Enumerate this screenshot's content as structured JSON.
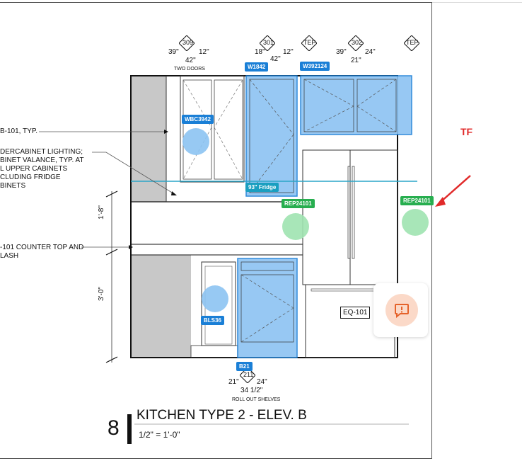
{
  "sheet": {
    "title": "KITCHEN TYPE 2 - ELEV. B",
    "number": "8",
    "scale": "1/2\" = 1'-0\""
  },
  "notes": [
    {
      "id": "n1",
      "text": "B-101, TYP."
    },
    {
      "id": "n2",
      "text": "DERCABINET LIGHTING;\nBINET VALANCE, TYP. AT\nL UPPER CABINETS\nCLUDING FRIDGE\nBINETS"
    },
    {
      "id": "n3",
      "text": "-101 COUNTER TOP AND\nLASH"
    }
  ],
  "diamonds": [
    {
      "label": "309"
    },
    {
      "label": "301"
    },
    {
      "label": "TEP"
    },
    {
      "label": "302"
    },
    {
      "label": "TEP"
    },
    {
      "label": "211"
    }
  ],
  "dims": {
    "d309_left": "39\"",
    "d309_right": "12\"",
    "d309_bottom": "42\"",
    "d309_note": "TWO DOORS",
    "d301_left": "18\"",
    "d301_right": "12\"",
    "d301_bottom": "42\"",
    "d302_left": "39\"",
    "d302_right": "24\"",
    "d302_bottom": "21\"",
    "d211_left": "21\"",
    "d211_right": "24\"",
    "d211_bottom": "34 1/2\"",
    "d211_note": "ROLL OUT SHELVES",
    "v1": "1'-8\"",
    "v2": "3'-0\""
  },
  "tags": [
    {
      "id": "t1",
      "label": "W1842",
      "color": "blue"
    },
    {
      "id": "t2",
      "label": "W392124",
      "color": "blue"
    },
    {
      "id": "t3",
      "label": "WBC3942",
      "color": "blue"
    },
    {
      "id": "t4",
      "label": "93\" Fridge",
      "color": "teal"
    },
    {
      "id": "t5",
      "label": "REP24101",
      "color": "green"
    },
    {
      "id": "t6",
      "label": "REP24101",
      "color": "green"
    },
    {
      "id": "t7",
      "label": "BLS36",
      "color": "blue"
    },
    {
      "id": "t8",
      "label": "B21",
      "color": "blue"
    }
  ],
  "equipment": {
    "label": "EQ-101"
  },
  "annotation": {
    "label": "TF",
    "color": "#e12a2a"
  },
  "feedback_button": {
    "icon": "feedback-icon",
    "bg": "#fbd9c8",
    "accent": "#e5622a"
  },
  "colors": {
    "blue_fill": "#8cc3f2",
    "blue_stroke": "#1a7fd6",
    "green_dot": "#9ee3b0",
    "teal_line": "#2aa5c8",
    "gray_wall": "#c8c8c8"
  }
}
